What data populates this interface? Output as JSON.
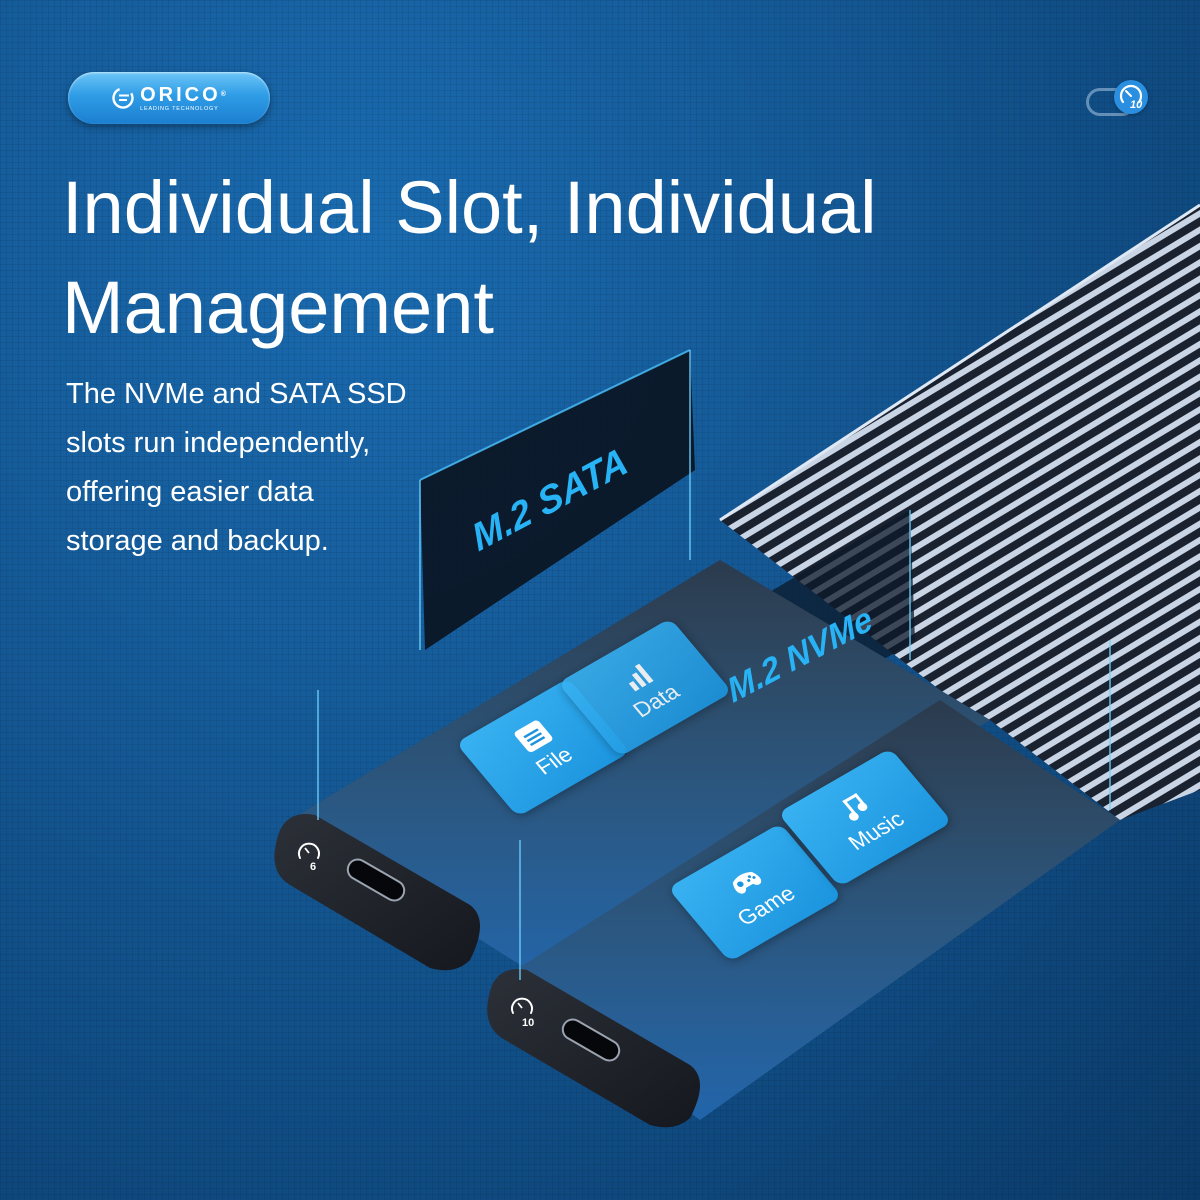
{
  "brand": {
    "name": "ORICO",
    "registered": "®",
    "tagline": "LEADING TECHNOLOGY",
    "icon": "orico-logo-icon"
  },
  "badge": {
    "icon": "speed-gauge-icon",
    "value": "10"
  },
  "headline": {
    "line1": "Individual Slot, Individual",
    "line2": "Management"
  },
  "body": {
    "lines": [
      "The NVMe and SATA SSD",
      "slots run independently,",
      "offering easier data",
      "storage and backup."
    ]
  },
  "product": {
    "labels": {
      "sata": "M.2 SATA",
      "nvme": "M.2 NVMe"
    },
    "sata_slot": {
      "tiles": [
        {
          "label": "File",
          "icon": "file-icon"
        },
        {
          "label": "Data",
          "icon": "bar-chart-icon"
        }
      ],
      "port_speed": "6",
      "port_icon": "speed-gauge-icon"
    },
    "nvme_slot": {
      "tiles": [
        {
          "label": "Game",
          "icon": "gamepad-icon"
        },
        {
          "label": "Music",
          "icon": "music-note-icon"
        }
      ],
      "port_speed": "10",
      "port_icon": "speed-gauge-icon"
    }
  },
  "colors": {
    "background": "#155b99",
    "background_dark": "#0b3a68",
    "accent": "#27b3f5",
    "tile": "#2aa3ea",
    "logo_pill": "#2f9ce6",
    "enclosure": "#1c2330"
  }
}
